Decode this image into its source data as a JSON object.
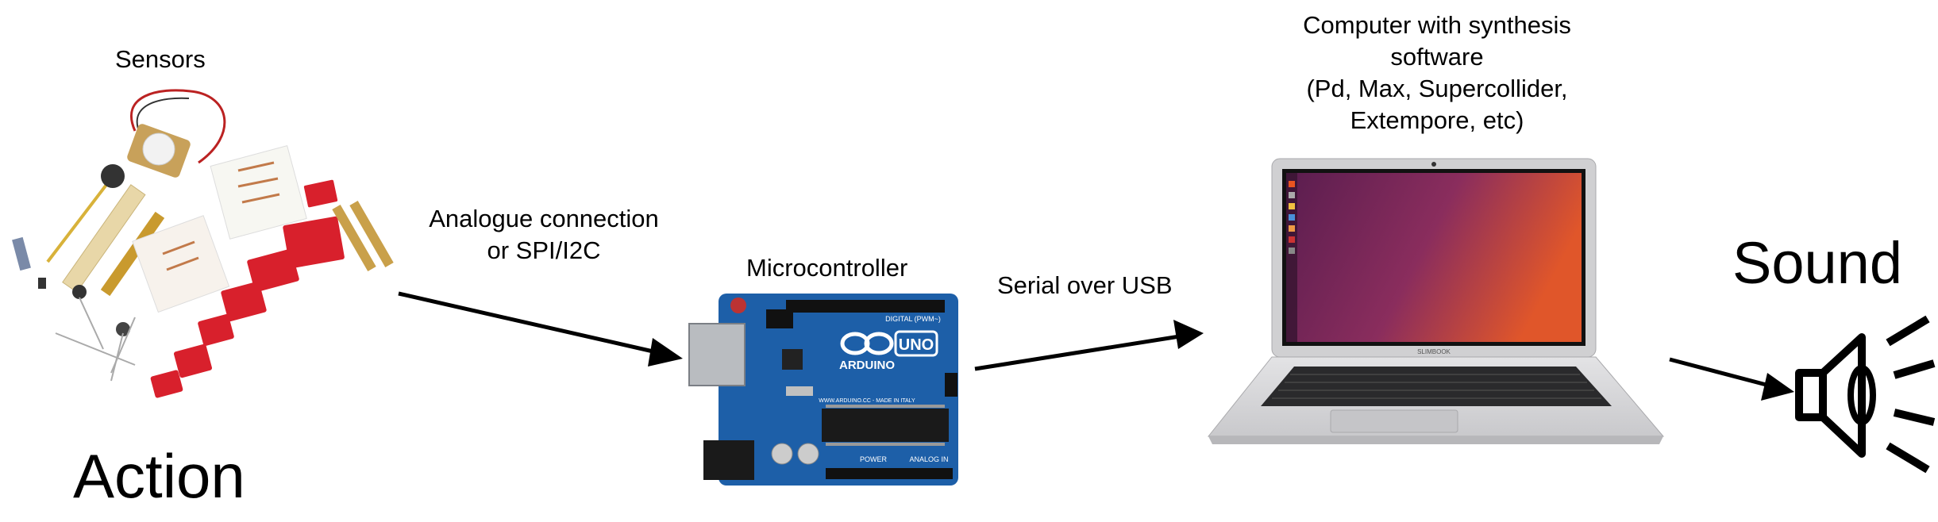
{
  "labels": {
    "sensors": "Sensors",
    "action": "Action",
    "analogue_line1": "Analogue connection",
    "analogue_line2": "or SPI/I2C",
    "microcontroller": "Microcontroller",
    "serial": "Serial over USB",
    "computer_line1": "Computer with synthesis",
    "computer_line2": "software",
    "computer_line3": "(Pd, Max, Supercollider,",
    "computer_line4": "Extempore, etc)",
    "sound": "Sound"
  },
  "board": {
    "brand": "ARDUINO",
    "model": "UNO",
    "digital_header": "DIGITAL (PWM~)",
    "analog_header": "ANALOG IN",
    "power_header": "POWER",
    "made_in": "WWW.ARDUINO.CC - MADE IN ITALY"
  },
  "laptop": {
    "brand": "SLIMBOOK"
  },
  "colors": {
    "board_blue": "#1d5fa8",
    "sensor_red": "#d8202c",
    "screen_purple": "#7a2a5e",
    "screen_orange": "#e0562a",
    "laptop_silver": "#d9d9db"
  }
}
